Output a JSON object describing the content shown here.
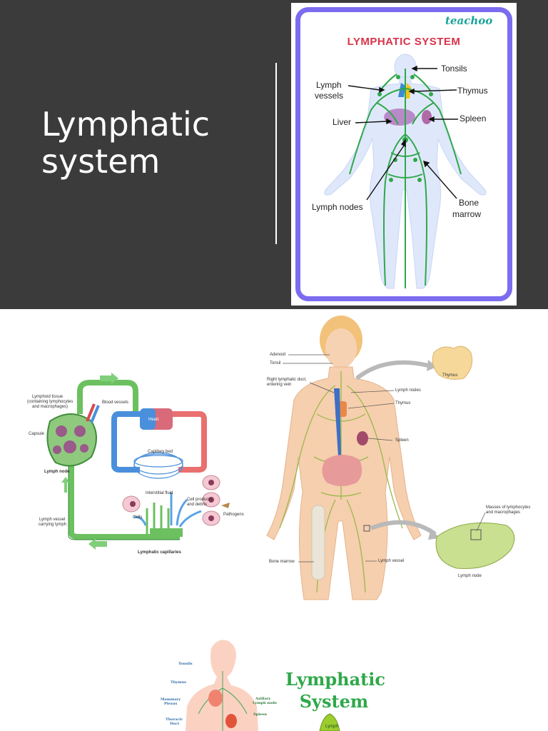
{
  "slide": {
    "title_line1": "Lymphatic",
    "title_line2": "system"
  },
  "teachoo_card": {
    "brand": "teachoo",
    "title": "LYMPHATIC SYSTEM",
    "labels": {
      "tonsils": "Tonsils",
      "lymph_vessels_1": "Lymph",
      "lymph_vessels_2": "vessels",
      "thymus": "Thymus",
      "liver": "Liver",
      "spleen": "Spleen",
      "lymph_nodes": "Lymph nodes",
      "bone_marrow_1": "Bone",
      "bone_marrow_2": "marrow"
    },
    "colors": {
      "frame": "#7b6cf0",
      "title": "#d8334a",
      "brand": "#1aa39a",
      "vessel": "#2fa84a"
    }
  },
  "circulation_diagram": {
    "labels": {
      "lymphoid_tissue_1": "Lymphoid tissue",
      "lymphoid_tissue_2": "(containing lymphocytes",
      "lymphoid_tissue_3": "and macrophages)",
      "blood_vessels": "Blood vessels",
      "capsule": "Capsule",
      "lymph_node": "Lymph node",
      "heart": "Heart",
      "capillary_bed": "Capillary bed",
      "interstitial_fluid": "Interstitial fluid",
      "cell_products_1": "Cell products",
      "cell_products_2": "and debris",
      "cells": "Cells",
      "pathogens": "Pathogens",
      "lymph_vessel_1": "Lymph vessel",
      "lymph_vessel_2": "carrying lymph",
      "lymphatic_capillaries": "Lymphatic capillaries"
    }
  },
  "body_diagram": {
    "labels": {
      "adenoid": "Adenoid",
      "tonsil": "Tonsil",
      "right_duct_1": "Right lymphatic duct,",
      "right_duct_2": "entering vein",
      "lymph_nodes": "Lymph nodes",
      "thymus": "Thymus",
      "thymus_zoom": "Thymus",
      "spleen": "Spleen",
      "masses_1": "Masses of lymphocytes",
      "masses_2": "and macrophages",
      "lymph_node": "Lymph node",
      "bone_marrow": "Bone marrow",
      "lymph_vessel": "Lymph vessel"
    }
  },
  "poster": {
    "title_line1": "Lymphatic",
    "title_line2": "System",
    "labels": {
      "tonsils": "Tonsils",
      "thymus": "Thymus",
      "mammary_1": "Mammary",
      "mammary_2": "Plexus",
      "axillary_1": "Axillary",
      "axillary_2": "Lymph node",
      "thoracic_1": "Thoracic",
      "thoracic_2": "Duct",
      "spleen": "Spleen",
      "badge": "Lymph"
    }
  }
}
